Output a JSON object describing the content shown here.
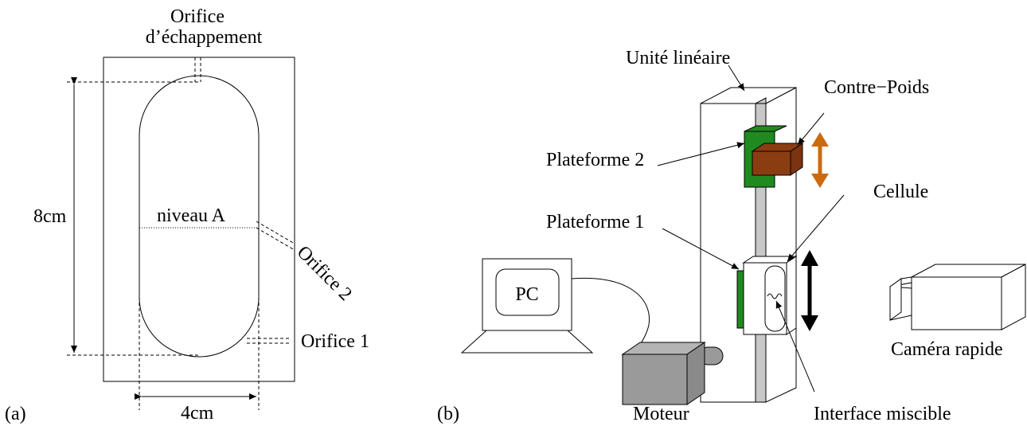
{
  "panel_a": {
    "tag": "(a)",
    "orifice_exhaust_line1": "Orifice",
    "orifice_exhaust_line2": "d’échappement",
    "height_label": "8cm",
    "level_label": "niveau A",
    "orifice2_label": "Orifice 2",
    "orifice1_label": "Orifice 1",
    "width_label": "4cm"
  },
  "panel_b": {
    "tag": "(b)",
    "linear_unit_label": "Unité linéaire",
    "counterweight_label": "Contre−Poids",
    "platform2_label": "Plateforme 2",
    "cell_label": "Cellule",
    "platform1_label": "Plateforme 1",
    "pc_label": "PC",
    "camera_label": "Caméra rapide",
    "motor_label": "Moteur",
    "interface_label": "Interface miscible"
  },
  "colors": {
    "platform": "#1f8a1f",
    "counterweight": "#8b3d12",
    "counterweight_arrow": "#cc6a10",
    "cell_arrow": "#000000",
    "rail": "#c8c8c8",
    "motor": "#9a9a9a"
  }
}
